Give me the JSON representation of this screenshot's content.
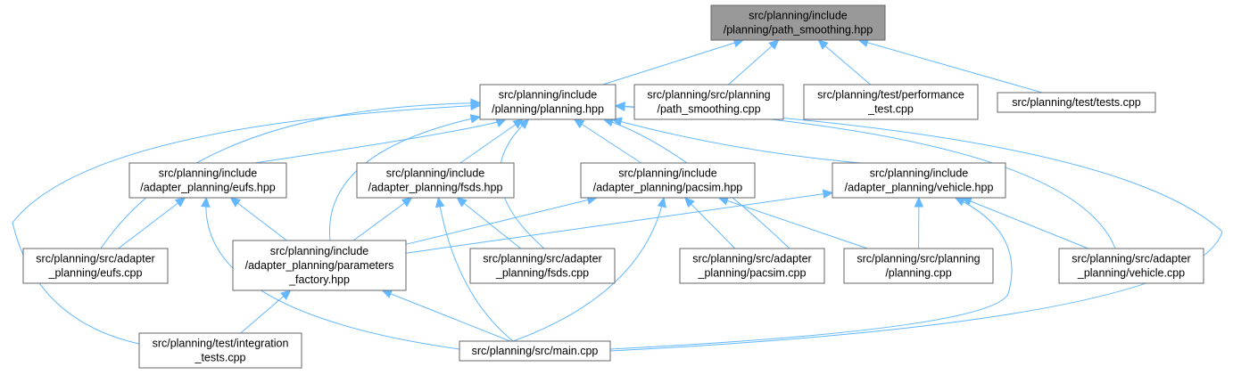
{
  "graph": {
    "nodes": [
      {
        "id": "path_smoothing_hpp",
        "lines": [
          "src/planning/include",
          "/planning/path_smoothing.hpp"
        ],
        "root": true
      },
      {
        "id": "planning_hpp",
        "lines": [
          "src/planning/include",
          "/planning/planning.hpp"
        ]
      },
      {
        "id": "path_smoothing_cpp",
        "lines": [
          "src/planning/src/planning",
          "/path_smoothing.cpp"
        ]
      },
      {
        "id": "performance_test_cpp",
        "lines": [
          "src/planning/test/performance",
          "_test.cpp"
        ]
      },
      {
        "id": "tests_cpp",
        "lines": [
          "src/planning/test/tests.cpp"
        ]
      },
      {
        "id": "eufs_hpp",
        "lines": [
          "src/planning/include",
          "/adapter_planning/eufs.hpp"
        ]
      },
      {
        "id": "fsds_hpp",
        "lines": [
          "src/planning/include",
          "/adapter_planning/fsds.hpp"
        ]
      },
      {
        "id": "pacsim_hpp",
        "lines": [
          "src/planning/include",
          "/adapter_planning/pacsim.hpp"
        ]
      },
      {
        "id": "vehicle_hpp",
        "lines": [
          "src/planning/include",
          "/adapter_planning/vehicle.hpp"
        ]
      },
      {
        "id": "eufs_cpp",
        "lines": [
          "src/planning/src/adapter",
          "_planning/eufs.cpp"
        ]
      },
      {
        "id": "parameters_factory_hpp",
        "lines": [
          "src/planning/include",
          "/adapter_planning/parameters",
          "_factory.hpp"
        ]
      },
      {
        "id": "fsds_cpp",
        "lines": [
          "src/planning/src/adapter",
          "_planning/fsds.cpp"
        ]
      },
      {
        "id": "pacsim_cpp",
        "lines": [
          "src/planning/src/adapter",
          "_planning/pacsim.cpp"
        ]
      },
      {
        "id": "planning_cpp",
        "lines": [
          "src/planning/src/planning",
          "/planning.cpp"
        ]
      },
      {
        "id": "vehicle_cpp",
        "lines": [
          "src/planning/src/adapter",
          "_planning/vehicle.cpp"
        ]
      },
      {
        "id": "integration_tests_cpp",
        "lines": [
          "src/planning/test/integration",
          "_tests.cpp"
        ]
      },
      {
        "id": "main_cpp",
        "lines": [
          "src/planning/src/main.cpp"
        ]
      }
    ],
    "edges": [
      {
        "from": "planning_hpp",
        "to": "path_smoothing_hpp"
      },
      {
        "from": "path_smoothing_cpp",
        "to": "path_smoothing_hpp"
      },
      {
        "from": "performance_test_cpp",
        "to": "path_smoothing_hpp"
      },
      {
        "from": "tests_cpp",
        "to": "path_smoothing_hpp"
      },
      {
        "from": "eufs_hpp",
        "to": "planning_hpp"
      },
      {
        "from": "fsds_hpp",
        "to": "planning_hpp"
      },
      {
        "from": "pacsim_hpp",
        "to": "planning_hpp"
      },
      {
        "from": "vehicle_hpp",
        "to": "planning_hpp"
      },
      {
        "from": "eufs_cpp",
        "to": "planning_hpp"
      },
      {
        "from": "parameters_factory_hpp",
        "to": "planning_hpp"
      },
      {
        "from": "fsds_cpp",
        "to": "planning_hpp"
      },
      {
        "from": "planning_cpp",
        "to": "planning_hpp"
      },
      {
        "from": "vehicle_cpp",
        "to": "planning_hpp"
      },
      {
        "from": "integration_tests_cpp",
        "to": "planning_hpp"
      },
      {
        "from": "main_cpp",
        "to": "planning_hpp"
      },
      {
        "from": "eufs_cpp",
        "to": "eufs_hpp"
      },
      {
        "from": "parameters_factory_hpp",
        "to": "eufs_hpp"
      },
      {
        "from": "main_cpp",
        "to": "eufs_hpp"
      },
      {
        "from": "parameters_factory_hpp",
        "to": "fsds_hpp"
      },
      {
        "from": "fsds_cpp",
        "to": "fsds_hpp"
      },
      {
        "from": "main_cpp",
        "to": "fsds_hpp"
      },
      {
        "from": "parameters_factory_hpp",
        "to": "pacsim_hpp"
      },
      {
        "from": "pacsim_cpp",
        "to": "pacsim_hpp"
      },
      {
        "from": "planning_cpp",
        "to": "pacsim_hpp"
      },
      {
        "from": "main_cpp",
        "to": "pacsim_hpp"
      },
      {
        "from": "parameters_factory_hpp",
        "to": "vehicle_hpp"
      },
      {
        "from": "planning_cpp",
        "to": "vehicle_hpp"
      },
      {
        "from": "vehicle_cpp",
        "to": "vehicle_hpp"
      },
      {
        "from": "main_cpp",
        "to": "vehicle_hpp"
      },
      {
        "from": "integration_tests_cpp",
        "to": "parameters_factory_hpp"
      },
      {
        "from": "main_cpp",
        "to": "parameters_factory_hpp"
      }
    ]
  },
  "colors": {
    "edge": "#63b8ff",
    "node_border": "#666666",
    "root_fill": "#999999",
    "node_fill": "#ffffff"
  }
}
